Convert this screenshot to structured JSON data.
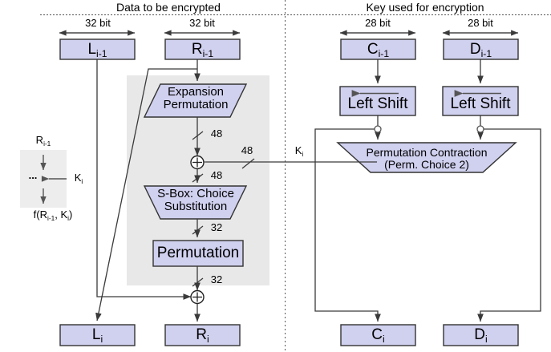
{
  "diagram": {
    "title": "DES round structure (data path and key schedule)",
    "colors": {
      "box_fill": "#d0d0ef",
      "box_stroke": "#333333",
      "group_fill": "#e8e8e8",
      "wire": "#3a3a3a",
      "divider": "#555555"
    }
  },
  "headers": {
    "left": "Data to be encrypted",
    "right": "Key used for encryption"
  },
  "widths": {
    "l_prev": "32 bit",
    "r_prev": "32 bit",
    "c_prev": "28 bit",
    "d_prev": "28 bit"
  },
  "registers": {
    "l_prev": {
      "name": "L",
      "sub": "i-1"
    },
    "r_prev": {
      "name": "R",
      "sub": "i-1"
    },
    "c_prev": {
      "name": "C",
      "sub": "i-1"
    },
    "d_prev": {
      "name": "D",
      "sub": "i-1"
    },
    "l_next": {
      "name": "L",
      "sub": "i"
    },
    "r_next": {
      "name": "R",
      "sub": "i"
    },
    "c_next": {
      "name": "C",
      "sub": "i"
    },
    "d_next": {
      "name": "D",
      "sub": "i"
    }
  },
  "blocks": {
    "expansion": {
      "line1": "Expansion",
      "line2": "Permutation"
    },
    "sbox": {
      "line1": "S-Box: Choice",
      "line2": "Substitution"
    },
    "permutation": {
      "label": "Permutation"
    },
    "left_shift_c": {
      "label": "Left Shift"
    },
    "left_shift_d": {
      "label": "Left Shift"
    },
    "perm_contraction": {
      "line1": "Permutation Contraction",
      "line2": "(Perm. Choice 2)"
    }
  },
  "wire_labels": {
    "exp_out": "48",
    "key_in": "48",
    "xor_out": "48",
    "sbox_out": "32",
    "perm_out": "32",
    "subkey": {
      "name": "K",
      "sub": "i"
    }
  },
  "legend": {
    "input": {
      "name": "R",
      "sub": "i-1"
    },
    "ellipsis": "...",
    "key": {
      "name": "K",
      "sub": "i"
    },
    "output_prefix": "f(R",
    "output_sub1": "i-1",
    "output_mid": ", K",
    "output_sub2": "i",
    "output_suffix": ")"
  }
}
